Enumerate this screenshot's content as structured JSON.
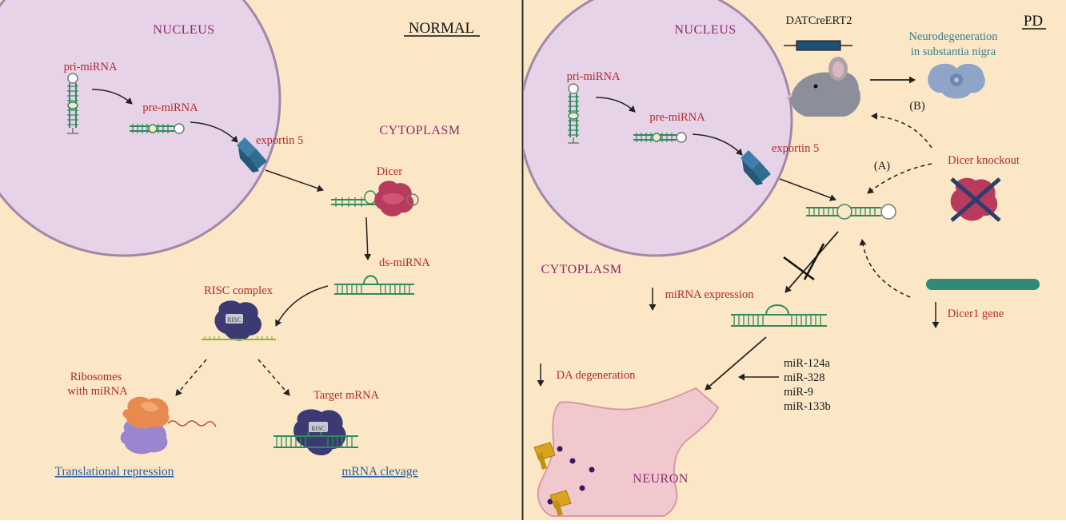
{
  "normal_panel": {
    "header": "NORMAL",
    "nucleus": "NUCLEUS",
    "cytoplasm": "CYTOPLASM",
    "pri_mirna": "pri-miRNA",
    "pre_mirna": "pre-miRNA",
    "exportin": "exportin 5",
    "dicer": "Dicer",
    "ds_mirna": "ds-miRNA",
    "risc_complex": "RISC complex",
    "risc_badge": "RISC",
    "ribosomes_line1": "Ribosomes",
    "ribosomes_line2": "with miRNA",
    "target_mrna": "Target mRNA",
    "translational_repression": "Translational repression",
    "mrna_cleavage": "mRNA clevage"
  },
  "pd_panel": {
    "header": "PD",
    "nucleus": "NUCLEUS",
    "cytoplasm": "CYTOPLASM",
    "pri_mirna": "pri-miRNA",
    "pre_mirna": "pre-miRNA",
    "exportin": "exportin 5",
    "datcre": "DATCreERT2",
    "neurodegeneration_line1": "Neurodegeneration",
    "neurodegeneration_line2": "in substantia nigra",
    "label_b": "(B)",
    "label_a": "(A)",
    "dicer_knockout": "Dicer knockout",
    "dicer1_gene": "Dicer1 gene",
    "mirna_expression": "miRNA expression",
    "da_degeneration": "DA degeneration",
    "neuron": "NEURON",
    "mirnas": [
      "miR-124a",
      "miR-328",
      "miR-9",
      "miR-133b"
    ]
  },
  "colors": {
    "background": "#fbe7c6",
    "nucleus_fill": "#e7d3e8",
    "nucleus_stroke": "#a486a6",
    "rna_green": "#2f8a5e",
    "exportin_blue": "#2f6e90",
    "dicer_red": "#b83a5c",
    "risc_purple": "#3b3a72",
    "label_red": "#b02a2a",
    "label_purple": "#8a2b6e"
  }
}
